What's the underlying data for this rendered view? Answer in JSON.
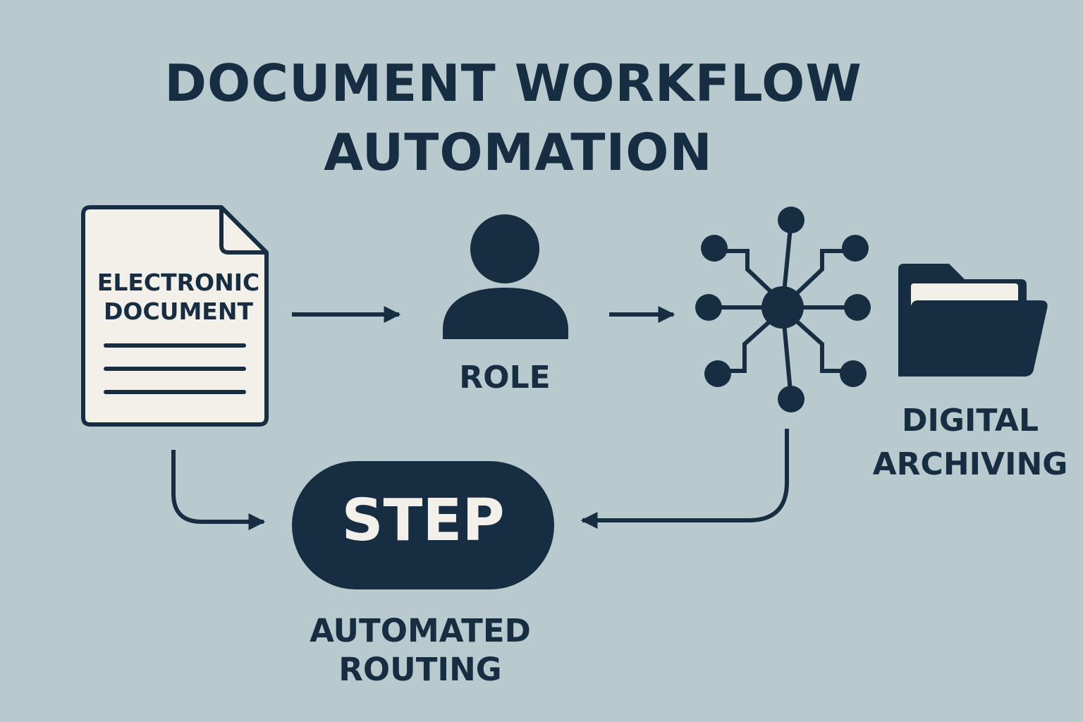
{
  "title": {
    "line1": "DOCUMENT WORKFLOW",
    "line2": "AUTOMATION"
  },
  "document": {
    "label_line1": "ELECTRONIC",
    "label_line2": "DOCUMENT",
    "icon": "document-icon"
  },
  "role": {
    "label": "ROLE",
    "icon": "person-icon"
  },
  "network": {
    "icon": "network-hub-icon"
  },
  "archive": {
    "label_line1": "DIGITAL",
    "label_line2": "ARCHIVING",
    "icon": "folder-icon"
  },
  "step": {
    "label": "STEP"
  },
  "routing": {
    "label_line1": "AUTOMATED",
    "label_line2": "ROUTING"
  },
  "colors": {
    "background": "#b9cacf",
    "ink": "#172d42",
    "paper": "#f3f0ea"
  }
}
